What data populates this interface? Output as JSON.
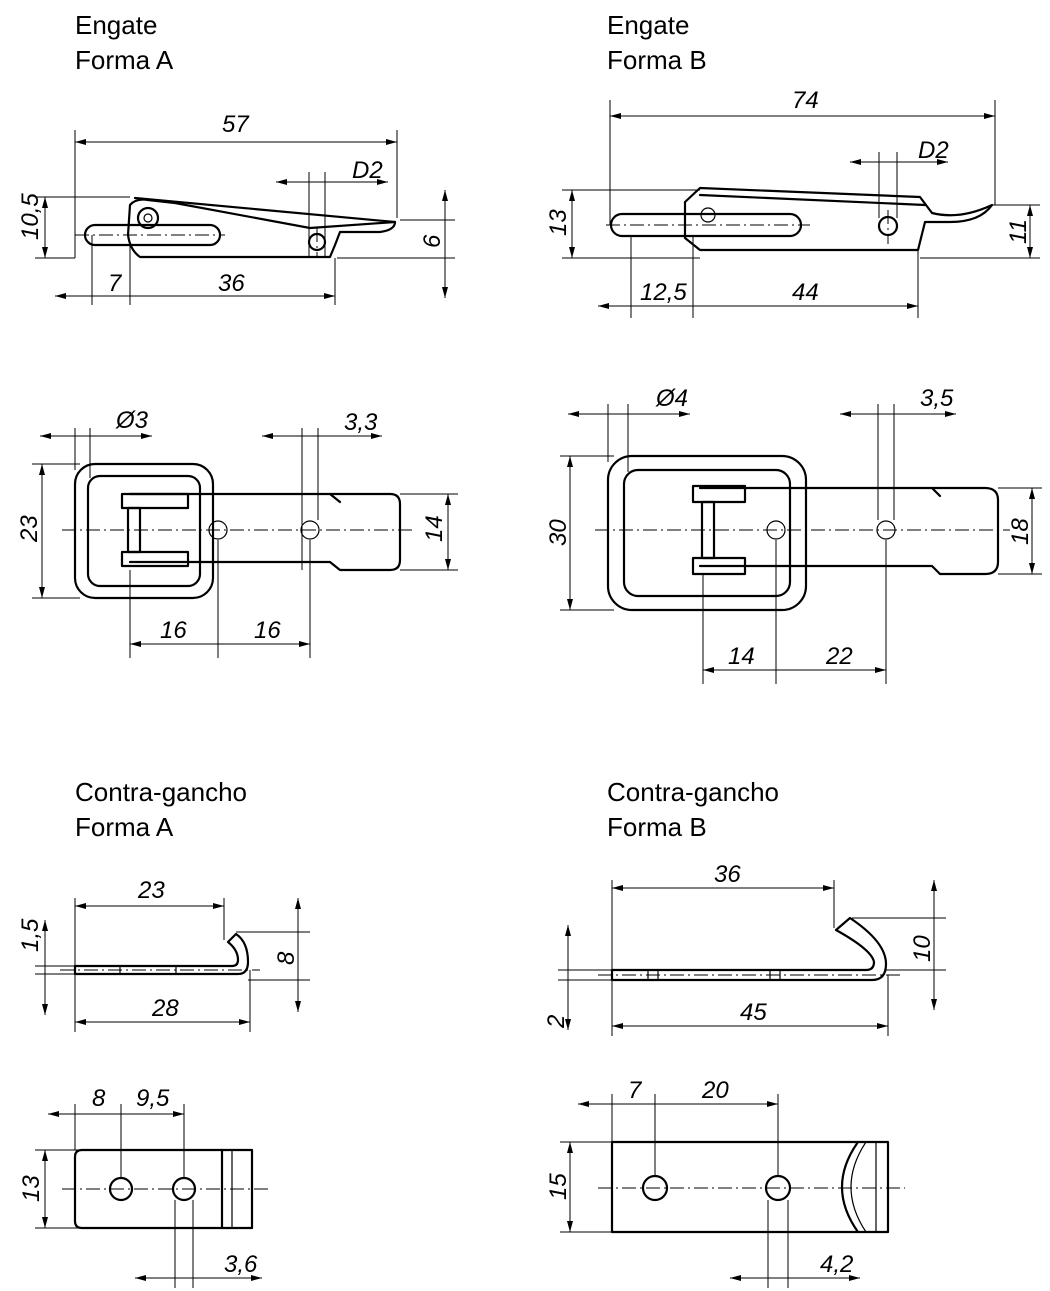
{
  "views": {
    "engate_a": {
      "title_line1": "Engate",
      "title_line2": "Forma A",
      "dims": {
        "len_57": "57",
        "d2": "D2",
        "h_105": "10,5",
        "h_6": "6",
        "len_7": "7",
        "len_36": "36",
        "dia_3": "Ø3",
        "off_33": "3,3",
        "h_23": "23",
        "w_14": "14",
        "len_16a": "16",
        "len_16b": "16"
      }
    },
    "engate_b": {
      "title_line1": "Engate",
      "title_line2": "Forma B",
      "dims": {
        "len_74": "74",
        "d2": "D2",
        "h_13": "13",
        "h_11": "11",
        "len_125": "12,5",
        "len_44": "44",
        "dia_4": "Ø4",
        "off_35": "3,5",
        "h_30": "30",
        "w_18": "18",
        "len_14": "14",
        "len_22": "22"
      }
    },
    "contra_a": {
      "title_line1": "Contra-gancho",
      "title_line2": "Forma A",
      "dims": {
        "len_23": "23",
        "h_15": "1,5",
        "h_8": "8",
        "len_28": "28",
        "len_8": "8",
        "len_95": "9,5",
        "h_13": "13",
        "dia_36": "3,6"
      }
    },
    "contra_b": {
      "title_line1": "Contra-gancho",
      "title_line2": "Forma B",
      "dims": {
        "len_36": "36",
        "h_10": "10",
        "h_2": "2",
        "len_45": "45",
        "len_7": "7",
        "len_20": "20",
        "h_15": "15",
        "dia_42": "4,2"
      }
    }
  }
}
